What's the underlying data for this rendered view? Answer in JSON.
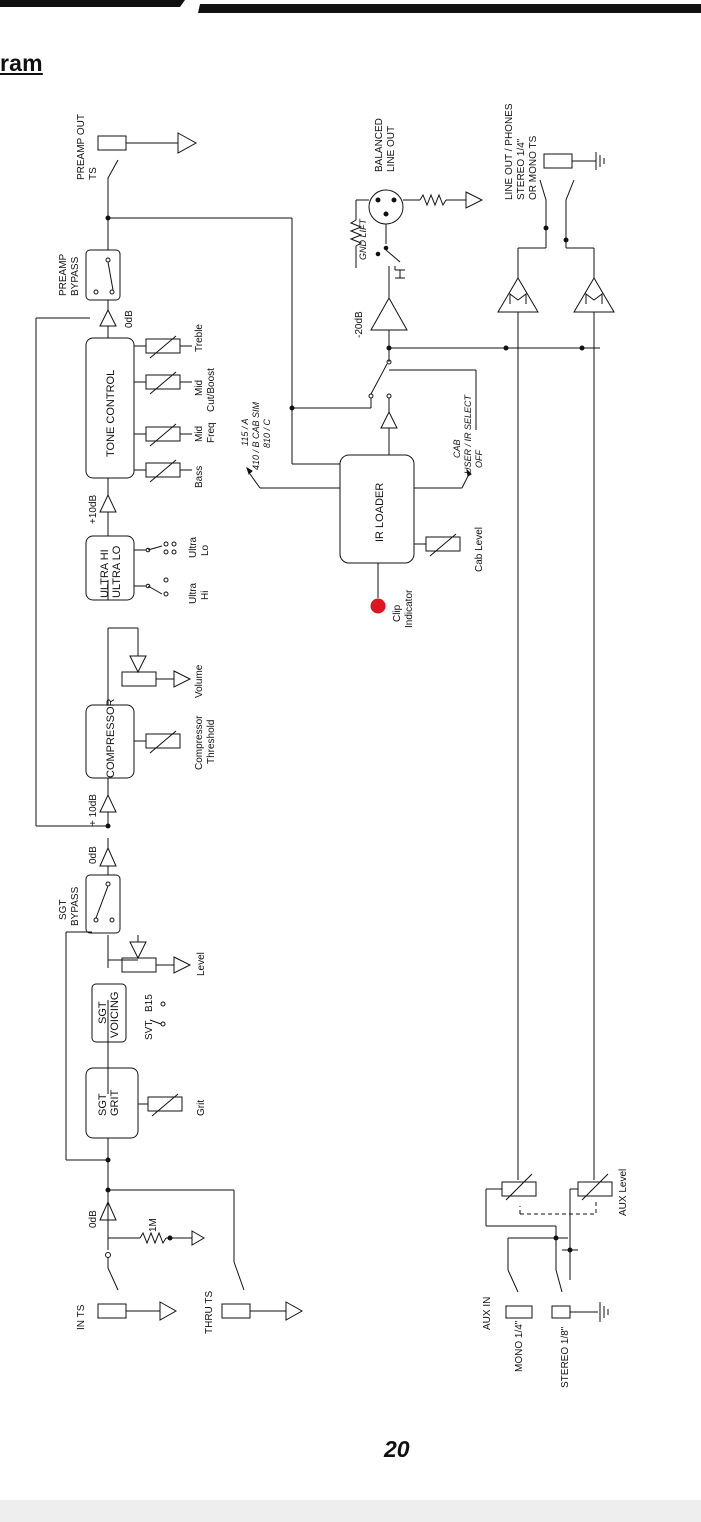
{
  "page": {
    "section_title": "ram",
    "page_number": "20"
  },
  "diagram": {
    "blocks": {
      "tone_control": "TONE CONTROL",
      "ultra_line1": "ULTRA HI",
      "ultra_line2": "ULTRA LO",
      "compressor": "COMPRESSOR",
      "sgt_voicing_line1": "SGT",
      "sgt_voicing_line2": "VOICING",
      "sgt_grit_line1": "SGT",
      "sgt_grit_line2": "GRIT",
      "ir_loader": "IR LOADER"
    },
    "labels": {
      "preamp_out": "PREAMP OUT",
      "ts": "TS",
      "preamp_bypass_line1": "PREAMP",
      "preamp_bypass_line2": "BYPASS",
      "zero_db": "0dB",
      "plus_10db": "+10dB",
      "plus_10db_spaced": "+ 10dB",
      "minus_20db": "-20dB",
      "treble": "Treble",
      "mid_line1": "Mid",
      "cut_boost": "Cut/Boost",
      "freq": "Freq",
      "bass": "Bass",
      "ultra": "Ultra",
      "lo": "Lo",
      "hi": "Hi",
      "volume": "Volume",
      "compressor_line1": "Compressor",
      "threshold": "Threshold",
      "sgt_bypass_line1": "SGT",
      "sgt_bypass_line2": "BYPASS",
      "level": "Level",
      "b15": "B15",
      "svt": "SVT",
      "grit": "Grit",
      "one_m": "1M",
      "in_ts": "IN TS",
      "thru_ts": "THRU TS",
      "balanced_line1": "BALANCED",
      "balanced_line2": "LINE OUT",
      "gnd_lift": "GND LIFT",
      "cab_sim_115": "115 / A",
      "cab_sim_410": "410 / B CAB SIM",
      "cab_sim_810": "810 / C",
      "cab": "CAB",
      "user_ir_select": "USER / IR SELECT",
      "off": "OFF",
      "cab_level": "Cab Level",
      "clip": "Clip",
      "indicator": "Indicator",
      "line_out_1": "LINE OUT / PHONES",
      "line_out_2": "STEREO 1/4\"",
      "line_out_3": "OR MONO TS",
      "aux_in": "AUX IN",
      "mono_quarter": "MONO 1/4\"",
      "stereo_eighth": "STEREO 1/8\"",
      "aux_level": "AUX Level"
    }
  },
  "colors": {
    "ink": "#111111",
    "clip_led": "#e0141e",
    "page_bg": "#ffffff",
    "bottom_strip": "#eeeeef"
  }
}
